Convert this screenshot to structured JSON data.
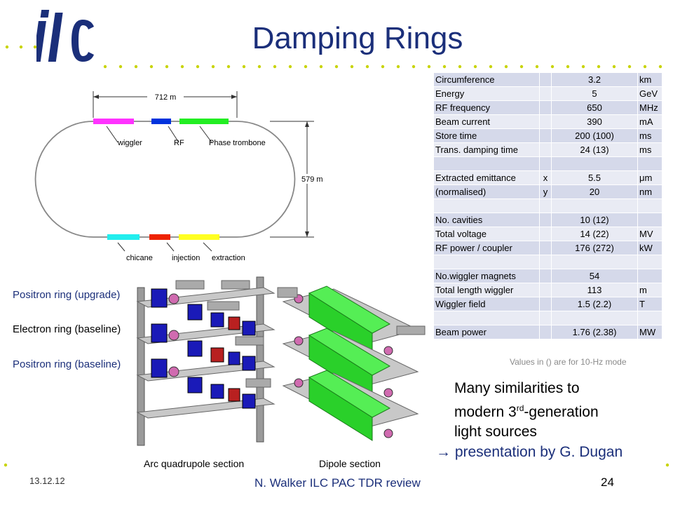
{
  "slide": {
    "title": "Damping Rings",
    "logo_text": "ilc",
    "colors": {
      "accent": "#1b2f7a",
      "dot": "#c8d400"
    }
  },
  "ring_diagram": {
    "top_dim": "712 m",
    "side_dim": "579 m",
    "top_labels": [
      "wiggler",
      "RF",
      "Phase trombone"
    ],
    "bottom_labels": [
      "chicane",
      "injection",
      "extraction"
    ],
    "segment_colors": [
      "#ff33ff",
      "#0033dd",
      "#22ee22",
      "#22eeee",
      "#ee2200",
      "#ffff22"
    ]
  },
  "params_table": {
    "rows": [
      [
        "Circumference",
        "",
        "3.2",
        "km"
      ],
      [
        "Energy",
        "",
        "5",
        "GeV"
      ],
      [
        "RF frequency",
        "",
        "650",
        "MHz"
      ],
      [
        "Beam current",
        "",
        "390",
        "mA"
      ],
      [
        "Store time",
        "",
        "200 (100)",
        "ms"
      ],
      [
        "Trans. damping time",
        "",
        "24 (13)",
        "ms"
      ],
      [
        "",
        "",
        "",
        ""
      ],
      [
        "Extracted emittance",
        "x",
        "5.5",
        "μm"
      ],
      [
        "(normalised)",
        "y",
        "20",
        "nm"
      ],
      [
        "",
        "",
        "",
        ""
      ],
      [
        "No. cavities",
        "",
        "10 (12)",
        ""
      ],
      [
        "Total voltage",
        "",
        "14 (22)",
        "MV"
      ],
      [
        "RF power / coupler",
        "",
        "176 (272)",
        "kW"
      ],
      [
        "",
        "",
        "",
        ""
      ],
      [
        "No.wiggler magnets",
        "",
        "54",
        ""
      ],
      [
        "Total length wiggler",
        "",
        "113",
        "m"
      ],
      [
        "Wiggler field",
        "",
        "1.5 (2.2)",
        "T"
      ],
      [
        "",
        "",
        "",
        ""
      ],
      [
        "Beam power",
        "",
        "1.76 (2.38)",
        "MW"
      ]
    ],
    "note": "Values in () are for 10-Hz mode"
  },
  "summary": {
    "line1": "Many similarities to",
    "line2_pre": "modern 3",
    "line2_sup": "rd",
    "line2_post": "-generation",
    "line3": "light sources",
    "presentation": "→ presentation by G. Dugan"
  },
  "ring_labels": {
    "positron_upgrade": "Positron ring (upgrade)",
    "electron_baseline": "Electron ring (baseline)",
    "positron_baseline": "Positron ring (baseline)"
  },
  "captions": {
    "arc": "Arc quadrupole section",
    "dipole": "Dipole section"
  },
  "footer": {
    "date": "13.12.12",
    "center": "N. Walker ILC PAC TDR review",
    "page": "24"
  }
}
